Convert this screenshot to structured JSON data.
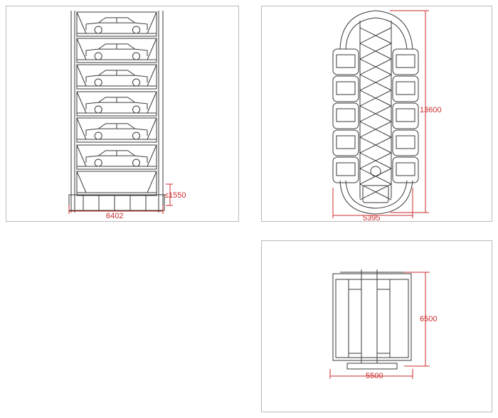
{
  "colors": {
    "frame": "#b9b9b9",
    "drawing": "#3a3a3a",
    "dimension": "#cc2b2b"
  },
  "panels": {
    "side_view": {
      "width_dim": "6402",
      "clearance_dim": "≤1550"
    },
    "front_view": {
      "width_dim": "5395",
      "height_dim": "13600"
    },
    "top_view": {
      "width_dim": "5500",
      "depth_dim": "6500"
    }
  }
}
